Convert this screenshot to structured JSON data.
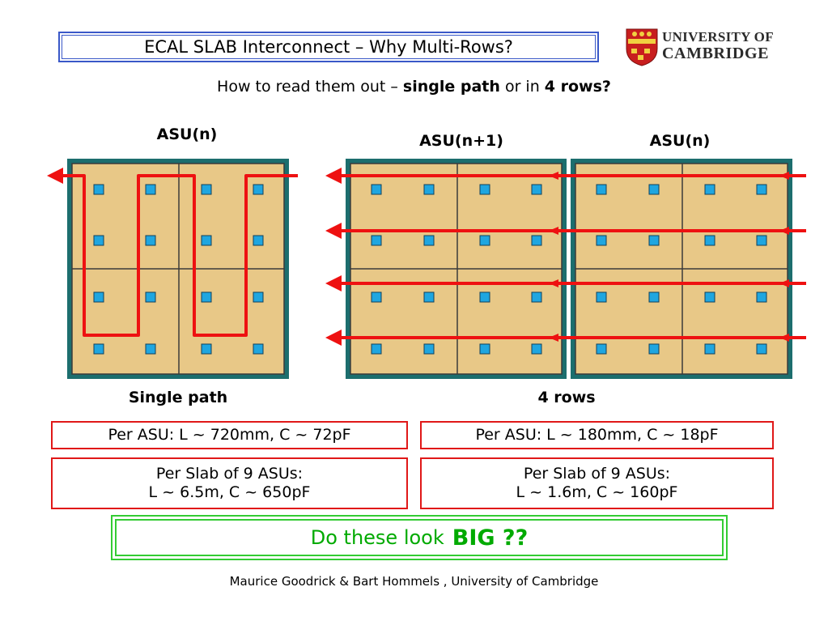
{
  "header": {
    "title": "ECAL SLAB Interconnect – Why Multi-Rows?",
    "logo_line1": "UNIVERSITY OF",
    "logo_line2": "CAMBRIDGE"
  },
  "subtitle": {
    "prefix": "How to read them out – ",
    "option1": "single path",
    "middle": " or in ",
    "option2": "4 rows?"
  },
  "diagram": {
    "label_asu_left": "ASU(n)",
    "label_asu_mid": "ASU(n+1)",
    "label_asu_right": "ASU(n)",
    "caption_single": "Single path",
    "caption_rows": "4 rows"
  },
  "info": {
    "single_per_asu": "Per ASU: L ~ 720mm, C ~ 72pF",
    "rows_per_asu": "Per ASU: L ~ 180mm, C ~ 18pF",
    "single_slab_line1": "Per Slab of 9 ASUs:",
    "single_slab_line2": "L ~ 6.5m, C ~ 650pF",
    "rows_slab_line1": "Per Slab of 9 ASUs:",
    "rows_slab_line2": "L ~ 1.6m, C ~ 160pF"
  },
  "question": {
    "text": "Do these look",
    "emphasis": "BIG ??"
  },
  "footer": {
    "credit": "Maurice Goodrick & Bart Hommels , University of Cambridge"
  },
  "colors": {
    "board_fill": "#e8c887",
    "board_frame": "#1c6e6e",
    "pad_fill": "#1fa6e0",
    "path_red": "#ee1111",
    "info_border": "#e01818",
    "question_green": "#00aa00"
  }
}
